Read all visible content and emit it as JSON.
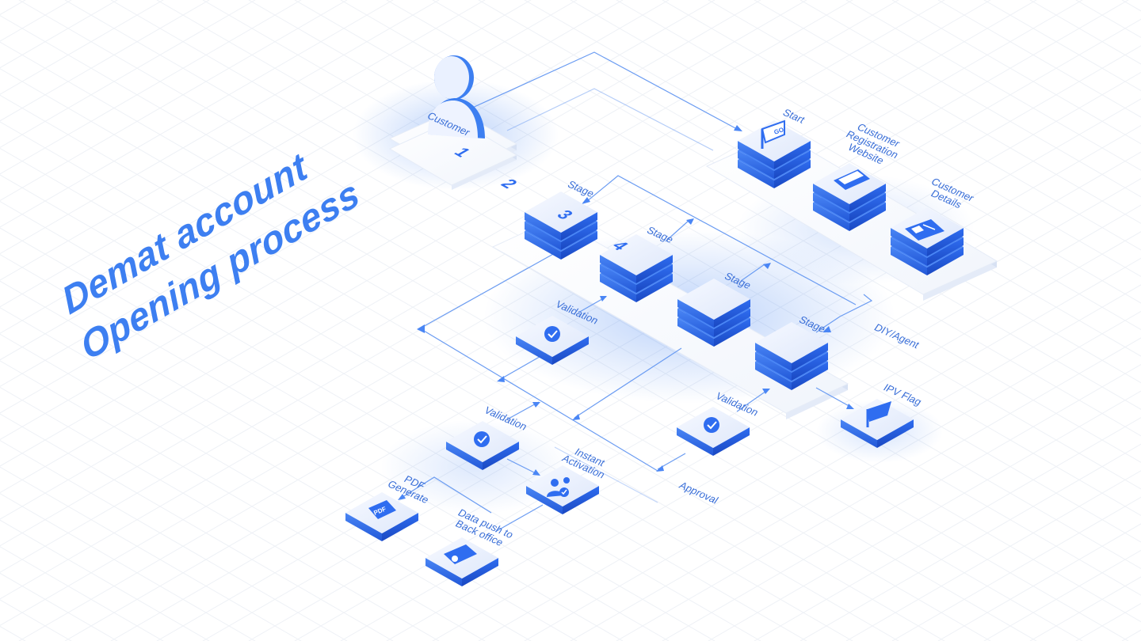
{
  "title": {
    "line1": "Demat account",
    "line2": "Opening process"
  },
  "labels": {
    "customer": "Customer",
    "start": "Start",
    "registration": [
      "Customer",
      "Registration",
      "Website"
    ],
    "details": [
      "Customer",
      "Details"
    ],
    "stage1": "Stage",
    "stage2": "Stage",
    "stage3": "Stage",
    "stage4": "Stage",
    "validation_top": "Validation",
    "validation_left": "Validation",
    "validation_right": "Validation",
    "diy_agent": "DIY/Agent",
    "ipv_flag": "IPV Flag",
    "instant_activation": [
      "Instant",
      "Activation"
    ],
    "approval": "Approval",
    "pdf_generate": [
      "PDF",
      "Generate"
    ],
    "data_push": [
      "Data push to",
      "Back office"
    ]
  },
  "stage_numbers": [
    "1",
    "2",
    "3",
    "4"
  ],
  "icons": {
    "start": "go-flag-icon",
    "registration": "website-icon",
    "details": "id-card-icon",
    "validation": "verified-badge-icon",
    "ipv": "flag-icon",
    "activation": "users-check-icon",
    "pdf": "pdf-file-icon",
    "backoffice": "folder-gear-icon",
    "customer": "person-icon"
  },
  "colors": {
    "accent": "#3d7ff1",
    "tile_top": "#e9f0ff",
    "tile_side": "#2f6df0",
    "line": "#6b9cf2",
    "grid": "#eef1f6"
  }
}
